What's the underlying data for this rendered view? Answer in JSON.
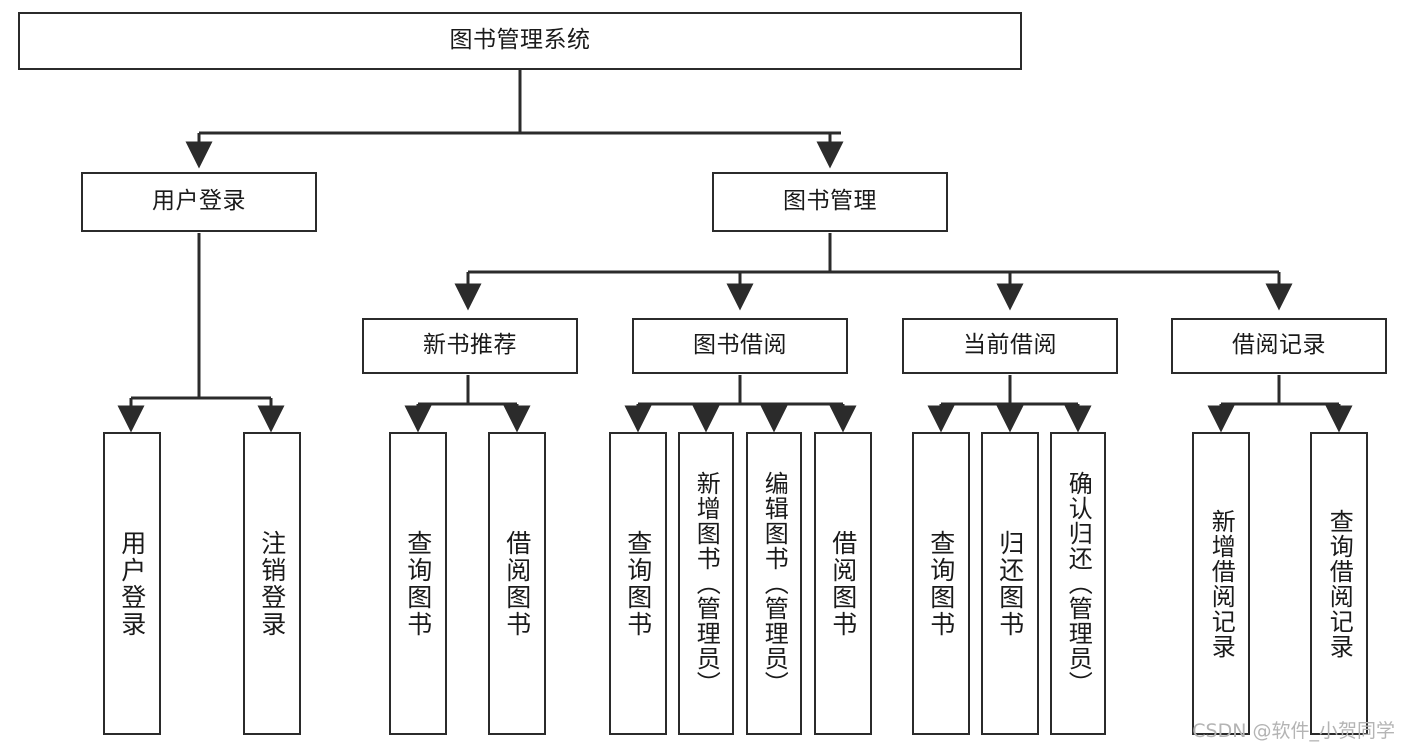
{
  "diagram": {
    "title": "图书管理系统",
    "watermark": "CSDN @软件_小贺同学",
    "colors": {
      "stroke": "#2b2b2b",
      "fill": "#ffffff",
      "text": "#1a1a1a",
      "watermark": "#b4b4b4"
    },
    "root": {
      "label": "图书管理系统"
    },
    "level1": [
      {
        "label": "用户登录"
      },
      {
        "label": "图书管理"
      }
    ],
    "level2": [
      {
        "label": "新书推荐"
      },
      {
        "label": "图书借阅"
      },
      {
        "label": "当前借阅"
      },
      {
        "label": "借阅记录"
      }
    ],
    "leaves": {
      "user_login": [
        {
          "label": "用户登录"
        },
        {
          "label": "注销登录"
        }
      ],
      "new_book": [
        {
          "label": "查询图书"
        },
        {
          "label": "借阅图书"
        }
      ],
      "book_borrow": [
        {
          "label": "查询图书"
        },
        {
          "label": "新增图书（管理员）"
        },
        {
          "label": "编辑图书（管理员）"
        },
        {
          "label": "借阅图书"
        }
      ],
      "current_borrow": [
        {
          "label": "查询图书"
        },
        {
          "label": "归还图书"
        },
        {
          "label": "确认归还（管理员）"
        }
      ],
      "borrow_record": [
        {
          "label": "新增借阅记录"
        },
        {
          "label": "查询借阅记录"
        }
      ]
    }
  }
}
